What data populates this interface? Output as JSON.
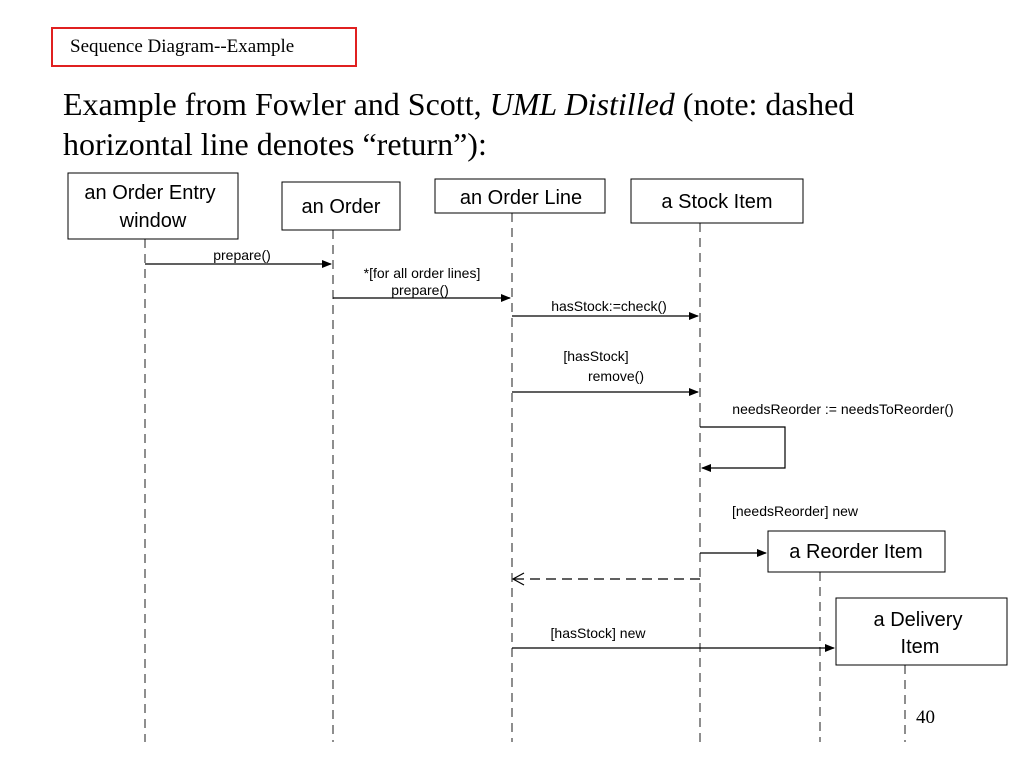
{
  "slide": {
    "title": "Sequence Diagram--Example",
    "intro_before": "Example from Fowler and Scott, ",
    "intro_italic": "UML Distilled",
    "intro_after": " (note:  dashed horizontal line denotes “return”):",
    "page_number": "40"
  },
  "diagram": {
    "objects": [
      {
        "line1": "an Order Entry",
        "line2": "window"
      },
      {
        "line1": "an Order"
      },
      {
        "line1": "an Order Line"
      },
      {
        "line1": "a Stock Item"
      },
      {
        "line1": "a Reorder Item"
      },
      {
        "line1": "a Delivery",
        "line2": "Item"
      }
    ],
    "messages": {
      "prepare_1": "prepare()",
      "prepare_2_guard": "*[for all order lines]",
      "prepare_2": "prepare()",
      "has_stock_check": "hasStock:=check()",
      "remove_guard": "[hasStock]",
      "remove": "remove()",
      "needs_reorder": "needsReorder := needsToReorder()",
      "new_reorder": "[needsReorder] new",
      "new_delivery": "[hasStock] new"
    }
  }
}
